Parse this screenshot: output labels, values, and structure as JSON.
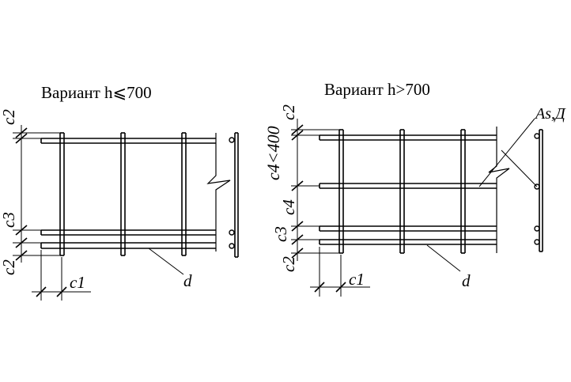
{
  "left_variant": {
    "title": "Вариант h⩽700",
    "labels": {
      "c2_top": "c2",
      "c3": "c3",
      "c2_bottom": "c2",
      "c1": "c1",
      "d": "d"
    }
  },
  "right_variant": {
    "title": "Вариант h>700",
    "labels": {
      "c2_top": "c2",
      "c4_max": "c4<400",
      "c4": "c4",
      "c3": "c3",
      "c2_bottom": "c2",
      "c1": "c1",
      "d": "d",
      "as_d": "As,Д"
    }
  }
}
